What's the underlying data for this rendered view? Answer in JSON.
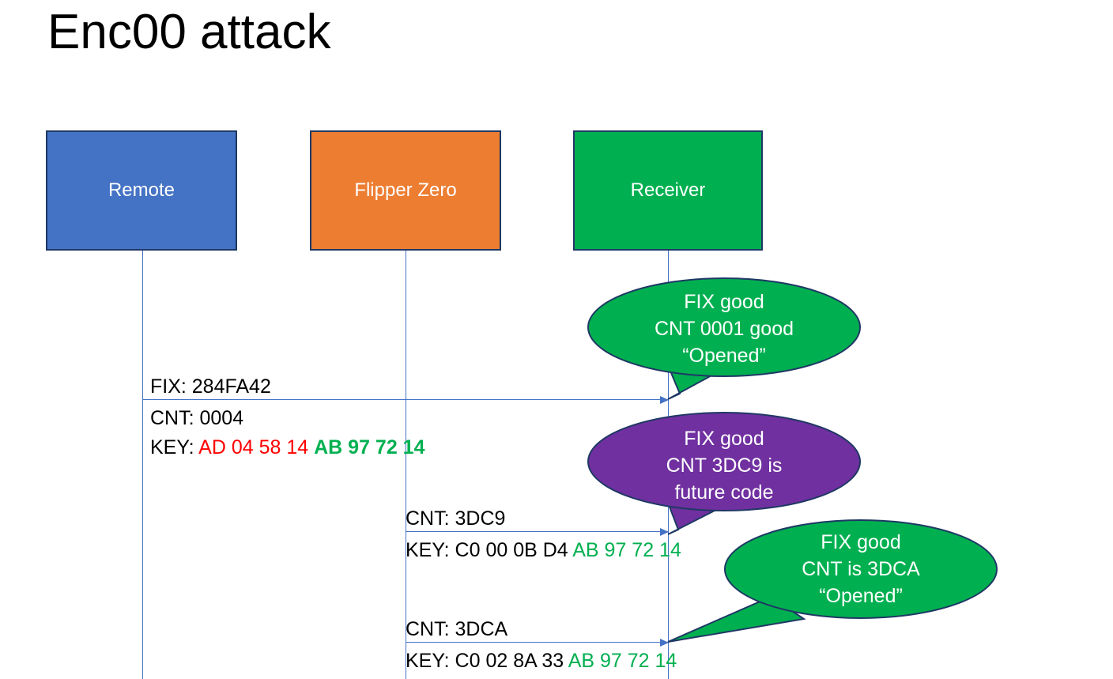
{
  "slide": {
    "title": "Enc00 attack",
    "background": "#FFFFFF"
  },
  "colors": {
    "remote_box": "#4472C4",
    "flipper_box": "#ED7D31",
    "receiver_box": "#00B050",
    "box_border": "#1F3864",
    "lifeline": "#4472C4",
    "bubble_green": "#00B050",
    "bubble_purple": "#7030A0",
    "bubble_border": "#1F3864",
    "key_red": "#FF0000",
    "key_green": "#00B050",
    "text_black": "#000000"
  },
  "actors": [
    {
      "id": "remote",
      "label": "Remote",
      "color": "#4472C4"
    },
    {
      "id": "flipper",
      "label": "Flipper Zero",
      "color": "#ED7D31"
    },
    {
      "id": "receiver",
      "label": "Receiver",
      "color": "#00B050"
    }
  ],
  "messages": [
    {
      "id": "msg1",
      "from": "remote",
      "to": "receiver",
      "line1": "FIX: 284FA42",
      "line2": "CNT: 0004",
      "key_label": "KEY: ",
      "key_red": "AD 04 58 14 ",
      "key_green": "AB 97 72 14"
    },
    {
      "id": "msg2",
      "from": "flipper",
      "to": "receiver",
      "line1": "CNT: 3DC9",
      "key_label": "KEY: C0 00 0B D4 ",
      "key_green": "AB 97 72 14"
    },
    {
      "id": "msg3",
      "from": "flipper",
      "to": "receiver",
      "line1": "CNT: 3DCA",
      "key_label": "KEY: C0 02 8A 33 ",
      "key_green": "AB 97 72 14"
    }
  ],
  "bubbles": [
    {
      "id": "bubble1",
      "color": "#00B050",
      "line1": "FIX good",
      "line2": "CNT 0001 good",
      "line3": "“Opened”"
    },
    {
      "id": "bubble2",
      "color": "#7030A0",
      "line1": "FIX good",
      "line2": "CNT 3DC9 is",
      "line3": "future code"
    },
    {
      "id": "bubble3",
      "color": "#00B050",
      "line1": "FIX good",
      "line2": "CNT is 3DCA",
      "line3": "“Opened”"
    }
  ]
}
